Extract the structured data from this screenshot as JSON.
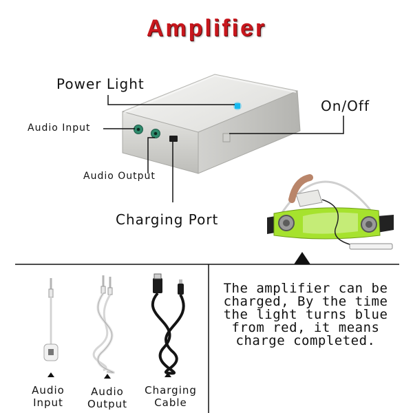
{
  "title": "Amplifier",
  "labels": {
    "power_light": "Power Light",
    "on_off": "On/Off",
    "audio_input": "Audio Input",
    "audio_output": "Audio Output",
    "charging_port": "Charging Port"
  },
  "description": [
    "The amplifier can be",
    "charged, By the time",
    "the light turns blue",
    "from red, it means",
    "charge completed."
  ],
  "accessories": [
    {
      "line1": "Audio",
      "line2": "Input"
    },
    {
      "line1": "Audio",
      "line2": "Output"
    },
    {
      "line1": "Charging",
      "line2": "Cable"
    }
  ],
  "colors": {
    "title": "#c8171d",
    "power_light": "#18b9ef",
    "belt": "#a6e22e"
  }
}
